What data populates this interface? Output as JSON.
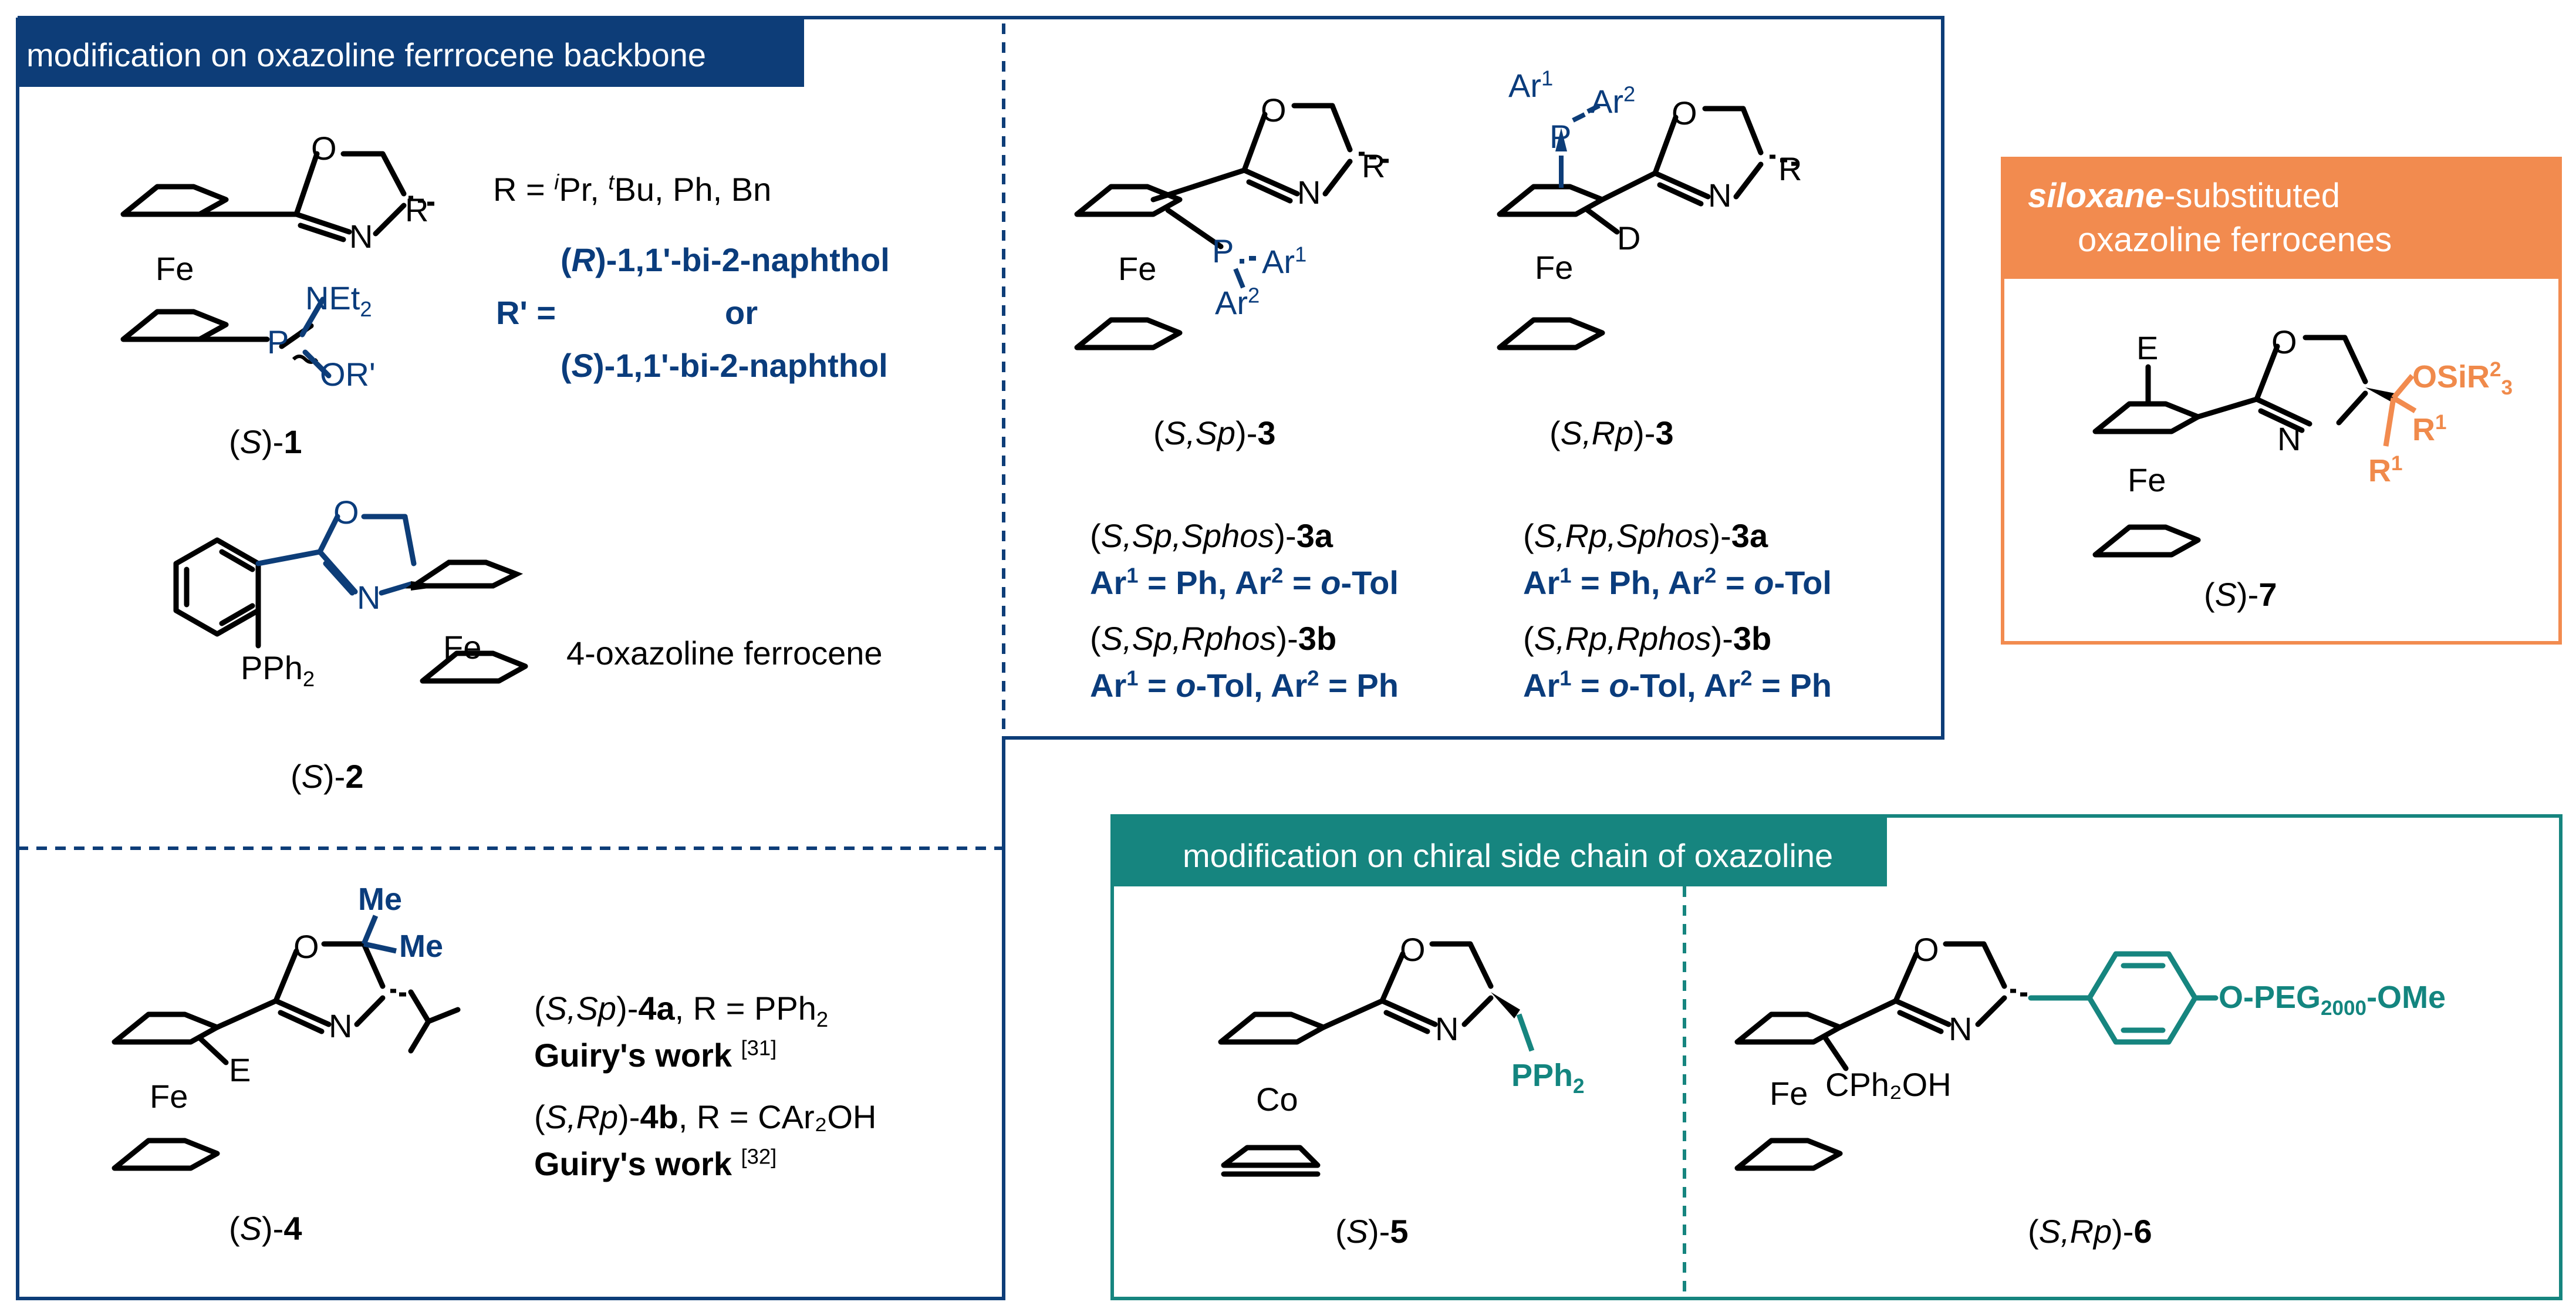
{
  "colors": {
    "navy": "#0d3d78",
    "orange": "#f28b4f",
    "teal": "#16857f",
    "black": "#000000"
  },
  "panels": {
    "backbone_title": "modification on oxazoline ferrrocene backbone",
    "siloxane_title_bold": "siloxane",
    "siloxane_title_rest": "-substituted",
    "siloxane_title_line2": "oxazoline ferrocenes",
    "side_chain_title": "modification on chiral side chain of oxazoline"
  },
  "atoms": {
    "O": "O",
    "N": "N",
    "Fe": "Fe",
    "Co": "Co",
    "P": "P",
    "R": "R",
    "D": "D",
    "E": "E",
    "NEt": "NEt",
    "two": "2",
    "OR": "OR'",
    "Ar": "Ar",
    "one": "1",
    "PPh": "PPh",
    "Me": "Me",
    "OSiR": "OSiR",
    "three": "3",
    "CPh2OH": "CPh₂OH",
    "PEG_O": "O-PEG",
    "PEG_sub": "2000",
    "PEG_tail": "-OMe"
  },
  "labels": {
    "c1": "1",
    "c2": "2",
    "c3": "3",
    "c4": "4",
    "c5": "5",
    "c6": "6",
    "c7": "7",
    "S": "S",
    "S_Sp": "S,Sp",
    "S_Rp": "S,Rp",
    "S_Sp_Sphos": "S,Sp,Sphos",
    "S_Sp_Rphos": "S,Sp,Rphos",
    "S_Rp_Sphos": "S,Rp,Sphos",
    "S_Rp_Rphos": "S,Rp,Rphos",
    "a3": "3a",
    "b3": "3b",
    "a4": "4a",
    "b4": "4b"
  },
  "text": {
    "r_groups_1": "R = ",
    "r_groups_i": "i",
    "r_groups_2": "Pr, ",
    "r_groups_t": "t",
    "r_groups_3": "Bu, Ph, Bn",
    "r_prime": "R' =",
    "r_binol_R": "R",
    "r_binol_tail": "-1,1'-bi-2-naphthol",
    "or": "or",
    "r_binol_S": "S",
    "four_ox": "4-oxazoline ferrocene",
    "ar_ph_otol_1": "Ar",
    "ar_eq_ph": " = Ph, Ar",
    "ar_eq_otol": " = ",
    "o_tol": "o",
    "tol": "-Tol",
    "ar_eq_otol2": " = ",
    "eq_ph": " = Ph",
    "comma_R_PPh2": ", R = PPh",
    "comma_R_CAr2OH": ", R = CAr₂OH",
    "guiry": "Guiry's work",
    "ref31": "[31]",
    "ref32": "[32]"
  }
}
